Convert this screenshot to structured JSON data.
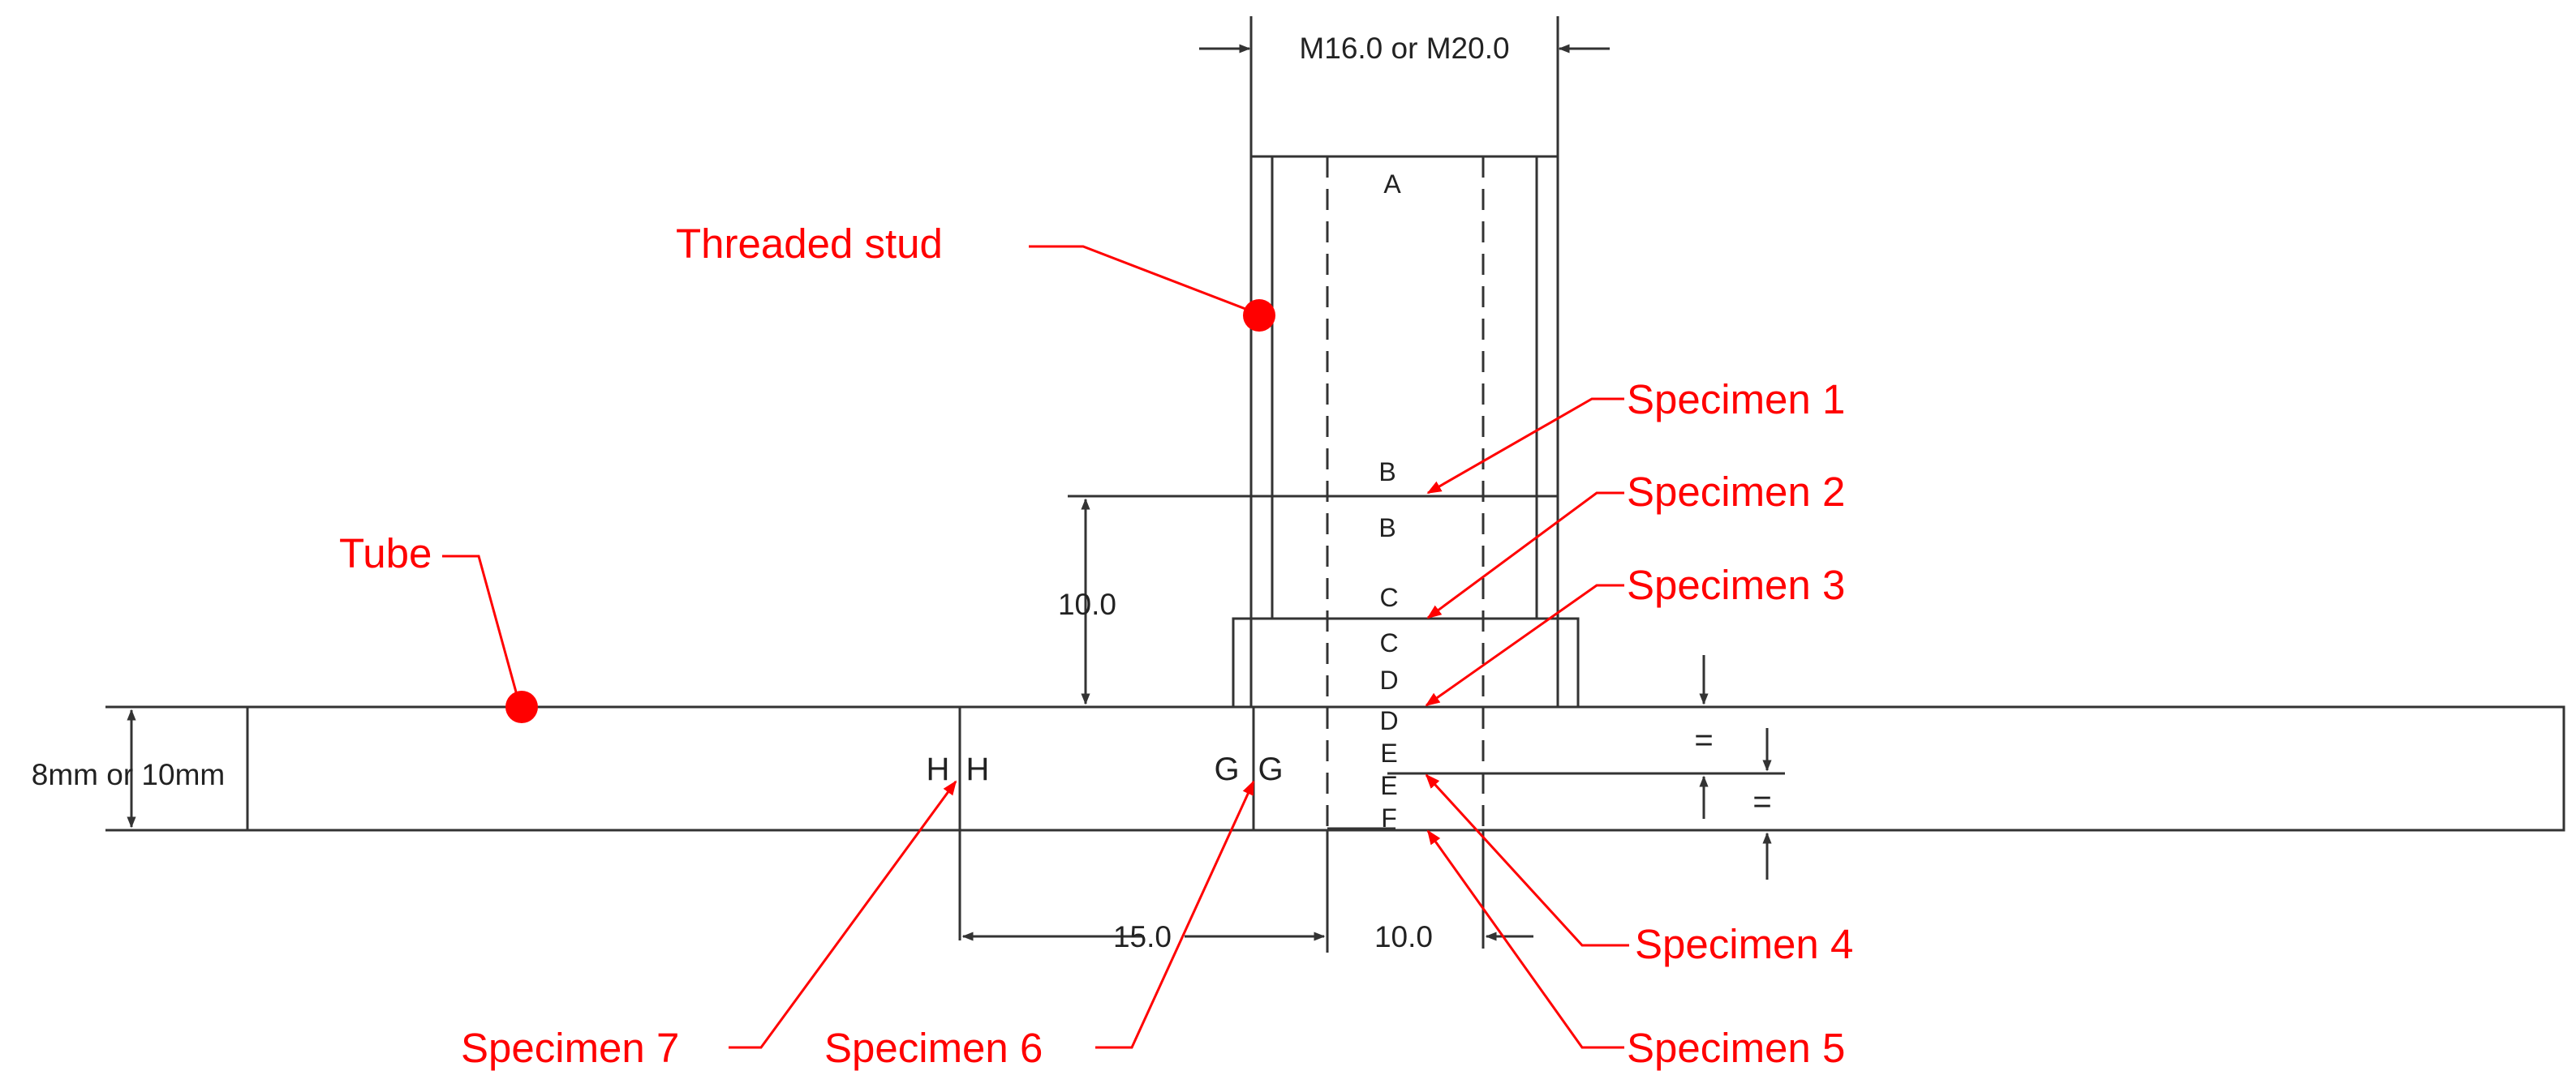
{
  "colors": {
    "line": "#333333",
    "annotation": "#ff0000"
  },
  "dimensions": {
    "stud_diameter": "M16.0 or M20.0",
    "stud_height": "10.0",
    "tube_thickness": "8mm or 10mm",
    "offset_left": "15.0",
    "offset_right": "10.0",
    "equal_top": "=",
    "equal_bottom": "="
  },
  "section_letters": {
    "a": "A",
    "b_upper": "B",
    "b_lower": "B",
    "c_upper": "C",
    "c_lower": "C",
    "d_upper": "D",
    "d_lower": "D",
    "e_upper": "E",
    "e_lower": "E",
    "f": "F",
    "g_left": "G",
    "g_right": "G",
    "h_left": "H",
    "h_right": "H"
  },
  "annotations": {
    "threaded_stud": "Threaded  stud",
    "tube": "Tube",
    "specimen_1": "Specimen 1",
    "specimen_2": "Specimen 2",
    "specimen_3": "Specimen 3",
    "specimen_4": "Specimen 4",
    "specimen_5": "Specimen 5",
    "specimen_6": "Specimen 6",
    "specimen_7": "Specimen 7"
  }
}
